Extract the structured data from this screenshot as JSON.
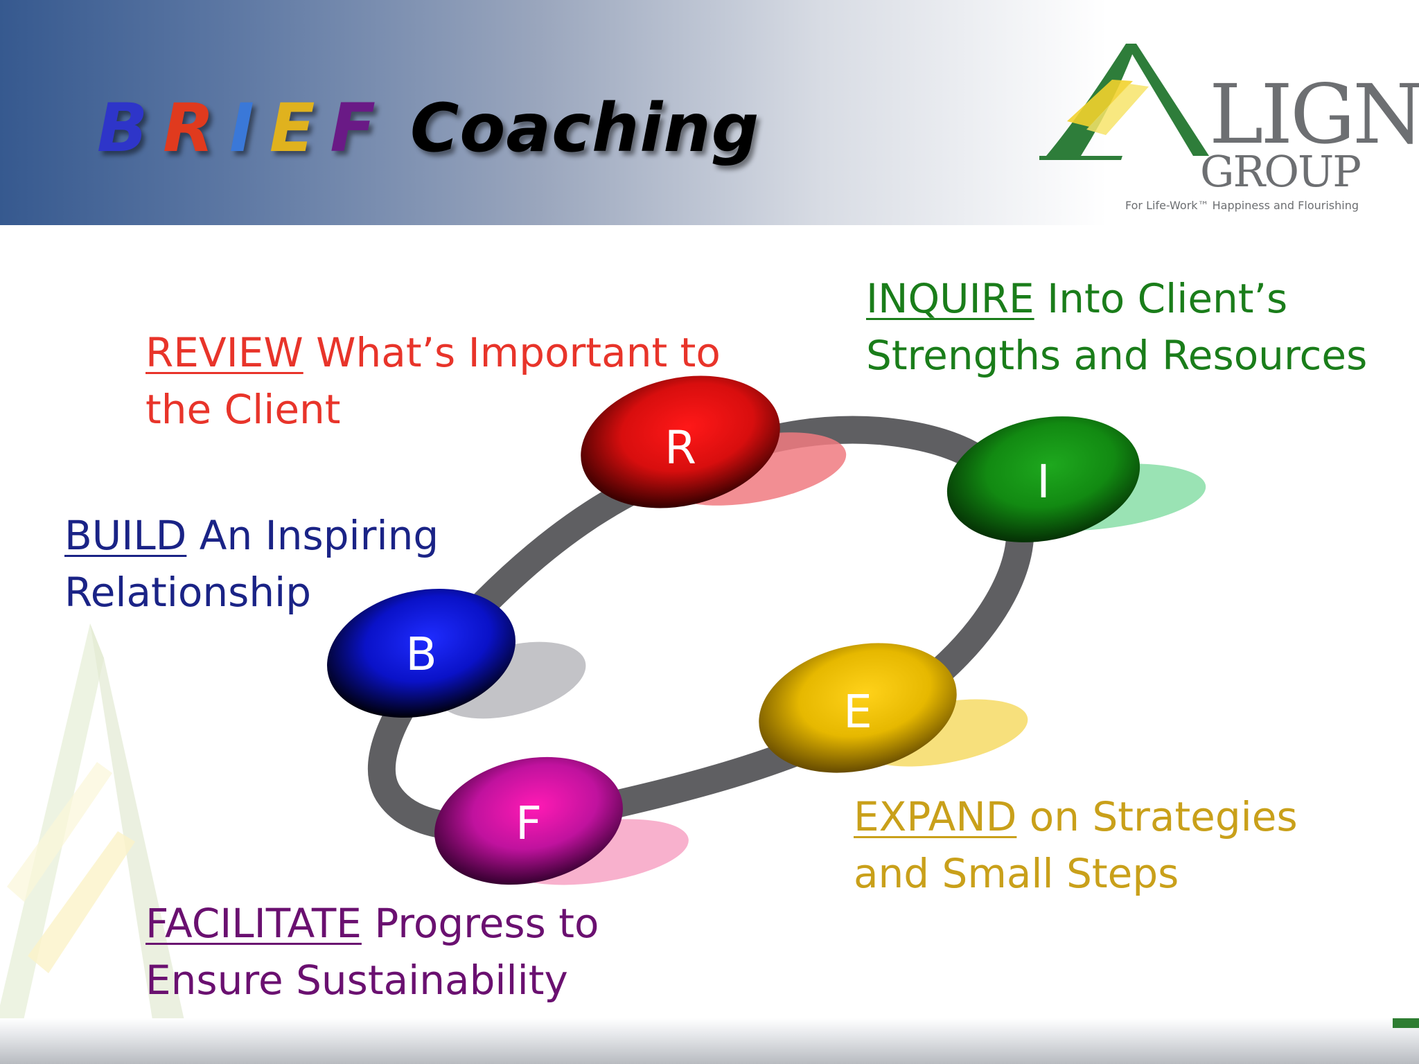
{
  "header": {
    "title_letters": [
      {
        "letter": "B",
        "color": "#2e35c9"
      },
      {
        "letter": "R",
        "color": "#e03a1e"
      },
      {
        "letter": "I",
        "color": "#3a78d8"
      },
      {
        "letter": "E",
        "color": "#e0b21e"
      },
      {
        "letter": "F",
        "color": "#6a1a86"
      }
    ],
    "title_word": "Coaching"
  },
  "logo": {
    "mark_letter": "A",
    "word": "LIGN",
    "group": "GROUP",
    "tagline": "For Life-Work™ Happiness and Flourishing"
  },
  "nodes": [
    {
      "id": "B",
      "label": "B",
      "color": "#0a12c8",
      "shadow": "#b9b9bd"
    },
    {
      "id": "R",
      "label": "R",
      "color": "#d80e0e",
      "shadow": "#f08a8a"
    },
    {
      "id": "I",
      "label": "I",
      "color": "#128a12",
      "shadow": "#8fe0ac"
    },
    {
      "id": "E",
      "label": "E",
      "color": "#e6b800",
      "shadow": "#f6dd6e"
    },
    {
      "id": "F",
      "label": "F",
      "color": "#c0129e",
      "shadow": "#f7a8c8"
    }
  ],
  "captions": {
    "review": {
      "keyword": "REVIEW",
      "line1_rest": " What’s Important to",
      "line2": "the Client"
    },
    "inquire": {
      "keyword": "INQUIRE",
      "line1_rest": " Into Client’s",
      "line2": "Strengths and Resources"
    },
    "build": {
      "keyword": "BUILD",
      "line1_rest": " An Inspiring",
      "line2": "Relationship"
    },
    "expand": {
      "keyword": "EXPAND",
      "line1_rest": " on Strategies",
      "line2": "and Small Steps"
    },
    "facilitate": {
      "keyword": "FACILITATE",
      "line1_rest": " Progress to",
      "line2": "Ensure Sustainability"
    }
  }
}
